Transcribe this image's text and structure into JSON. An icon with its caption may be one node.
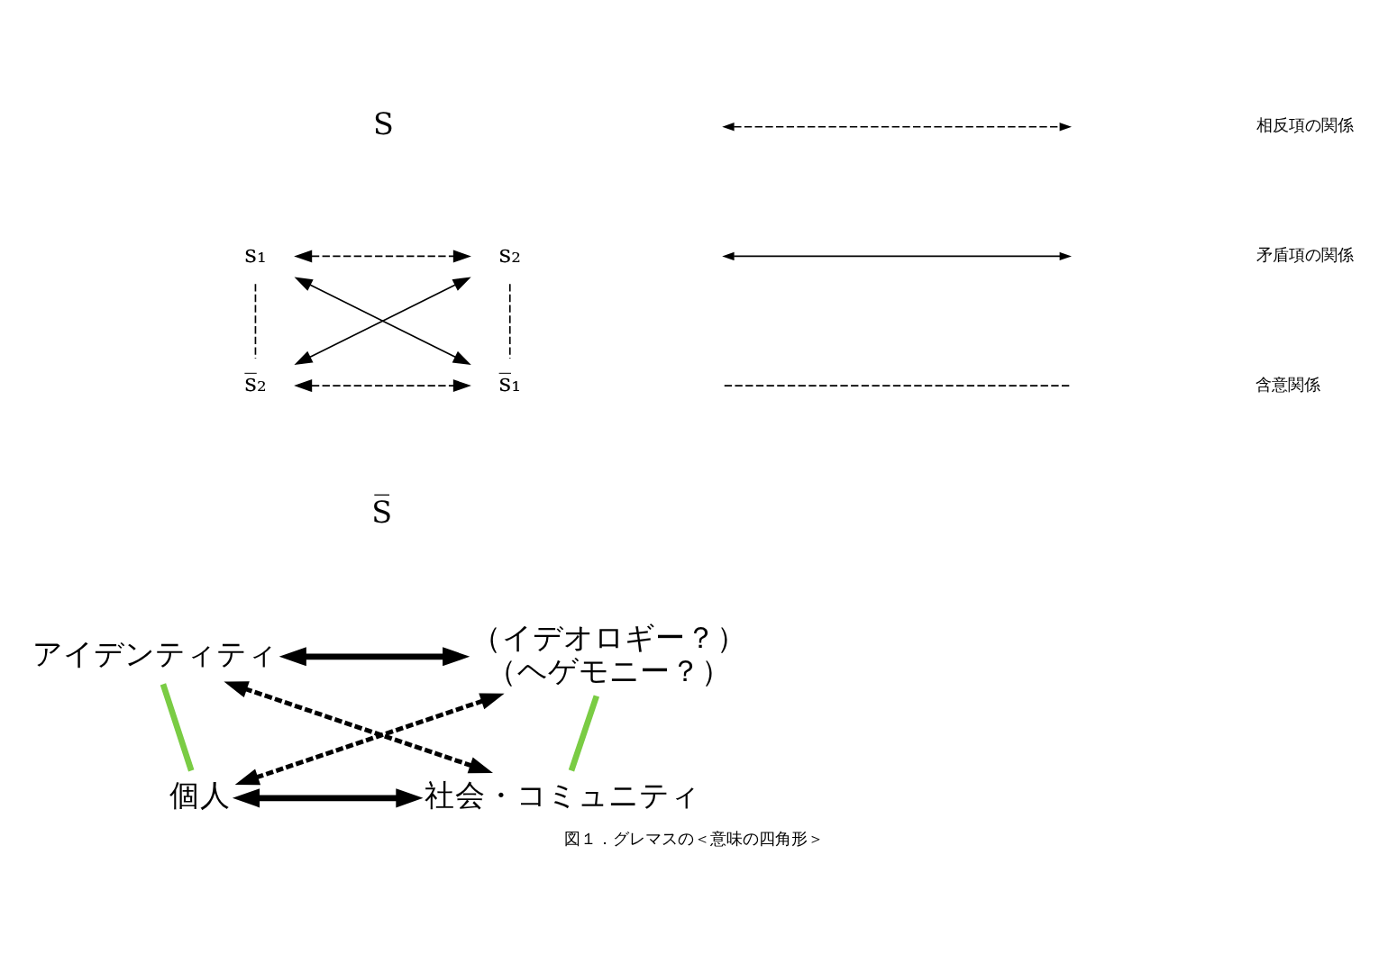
{
  "diagram": {
    "caption": "図１．グレマスの＜意味の四角形＞",
    "nodes": [
      {
        "text": [
          "s₁"
        ]
      },
      {
        "text": [
          "s₂"
        ]
      },
      {
        "text": [
          "s̅₂"
        ]
      },
      {
        "text": [
          "s̅₁"
        ]
      },
      {
        "text": [
          "アイデンティティ"
        ]
      },
      {
        "text": [
          "（イデオロギー？）",
          "（ヘゲモニー？）"
        ]
      },
      {
        "text": [
          "個人"
        ]
      },
      {
        "text": [
          "社会・コミュニティ"
        ]
      }
    ],
    "edges": [
      {
        "from": 0,
        "to": 1,
        "arrow": "both",
        "style": "dashed"
      },
      {
        "from": 0,
        "to": 3,
        "arrow": "both"
      },
      {
        "from": 1,
        "to": 2,
        "arrow": "both"
      },
      {
        "from": 2,
        "to": 3,
        "arrow": "both",
        "style": "dashed"
      },
      {
        "from": 0,
        "to": 2,
        "arrow": "none",
        "style": "dashed"
      },
      {
        "from": 1,
        "to": 3,
        "arrow": "none",
        "style": "dashed"
      },
      {
        "from": 4,
        "to": 5,
        "arrow": "both",
        "style": "thick"
      },
      {
        "from": 4,
        "to": 7,
        "arrow": "both",
        "style": "dashed"
      },
      {
        "from": 6,
        "to": 5,
        "arrow": "both",
        "style": "dashed"
      },
      {
        "from": 6,
        "to": 7,
        "arrow": "both",
        "style": "thick"
      },
      {
        "from": 4,
        "to": 6,
        "arrow": "none",
        "style": "thick",
        "color": "#7acc44"
      },
      {
        "from": 5,
        "to": 7,
        "arrow": "none",
        "style": "thick",
        "color": "#7acc44"
      }
    ],
    "labels": [
      "S",
      "S̅"
    ],
    "legend": [
      {
        "text": "相反項の関係"
      },
      {
        "text": "矛盾項の関係"
      },
      {
        "text": "含意関係"
      }
    ]
  }
}
